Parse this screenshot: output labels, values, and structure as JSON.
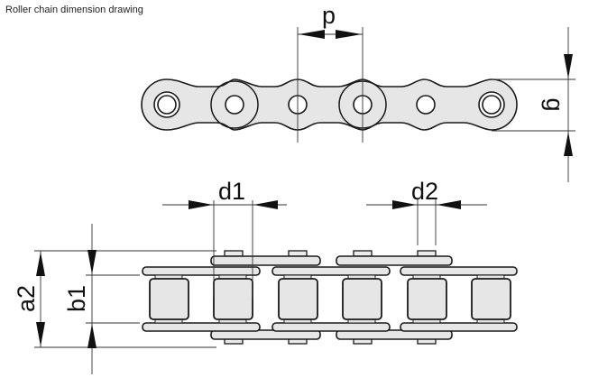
{
  "title": "Roller chain dimension drawing",
  "top_view": {
    "labels": {
      "pitch": "p",
      "height": "g"
    },
    "link_count": 6
  },
  "side_view": {
    "labels": {
      "roller_diameter": "d1",
      "pin_diameter": "d2",
      "outer_width": "a2",
      "inner_width": "b1"
    },
    "roller_count": 6
  },
  "colors": {
    "fill": "#e6e6e6",
    "stroke": "#1a1a1a"
  }
}
